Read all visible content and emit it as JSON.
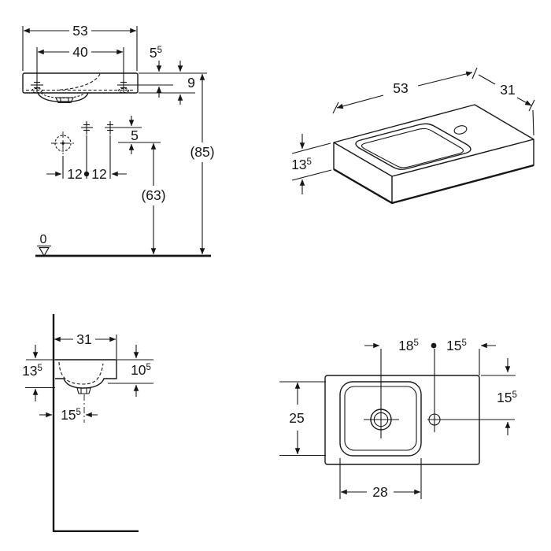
{
  "meta": {
    "background": "#ffffff",
    "line_color": "#161616",
    "drawing_type": "washbasin-dimension-drawing"
  },
  "front_view": {
    "overall_width": "53",
    "tap_hole_spacing": "40",
    "tap_hole_offset": {
      "main": "5",
      "sup": "5"
    },
    "rim_thickness": "9",
    "fixing_to_drain_gap": "5",
    "drain_offset_left": "12",
    "fixing_hole_spacing": "12",
    "drain_height": "(63)",
    "rim_height": "(85)",
    "datum_level": "0"
  },
  "iso_view": {
    "length": "53",
    "depth": "31",
    "height": {
      "main": "13",
      "sup": "5"
    }
  },
  "side_view": {
    "depth": "31",
    "total_height": {
      "main": "13",
      "sup": "5"
    },
    "front_height": {
      "main": "10",
      "sup": "5"
    },
    "drain_from_wall": {
      "main": "15",
      "sup": "5"
    }
  },
  "plan_view": {
    "drain_to_tap": {
      "main": "18",
      "sup": "5"
    },
    "tap_to_edge": {
      "main": "15",
      "sup": "5"
    },
    "tap_from_back": {
      "main": "15",
      "sup": "5"
    },
    "basin_depth": "25",
    "basin_width": "28"
  }
}
